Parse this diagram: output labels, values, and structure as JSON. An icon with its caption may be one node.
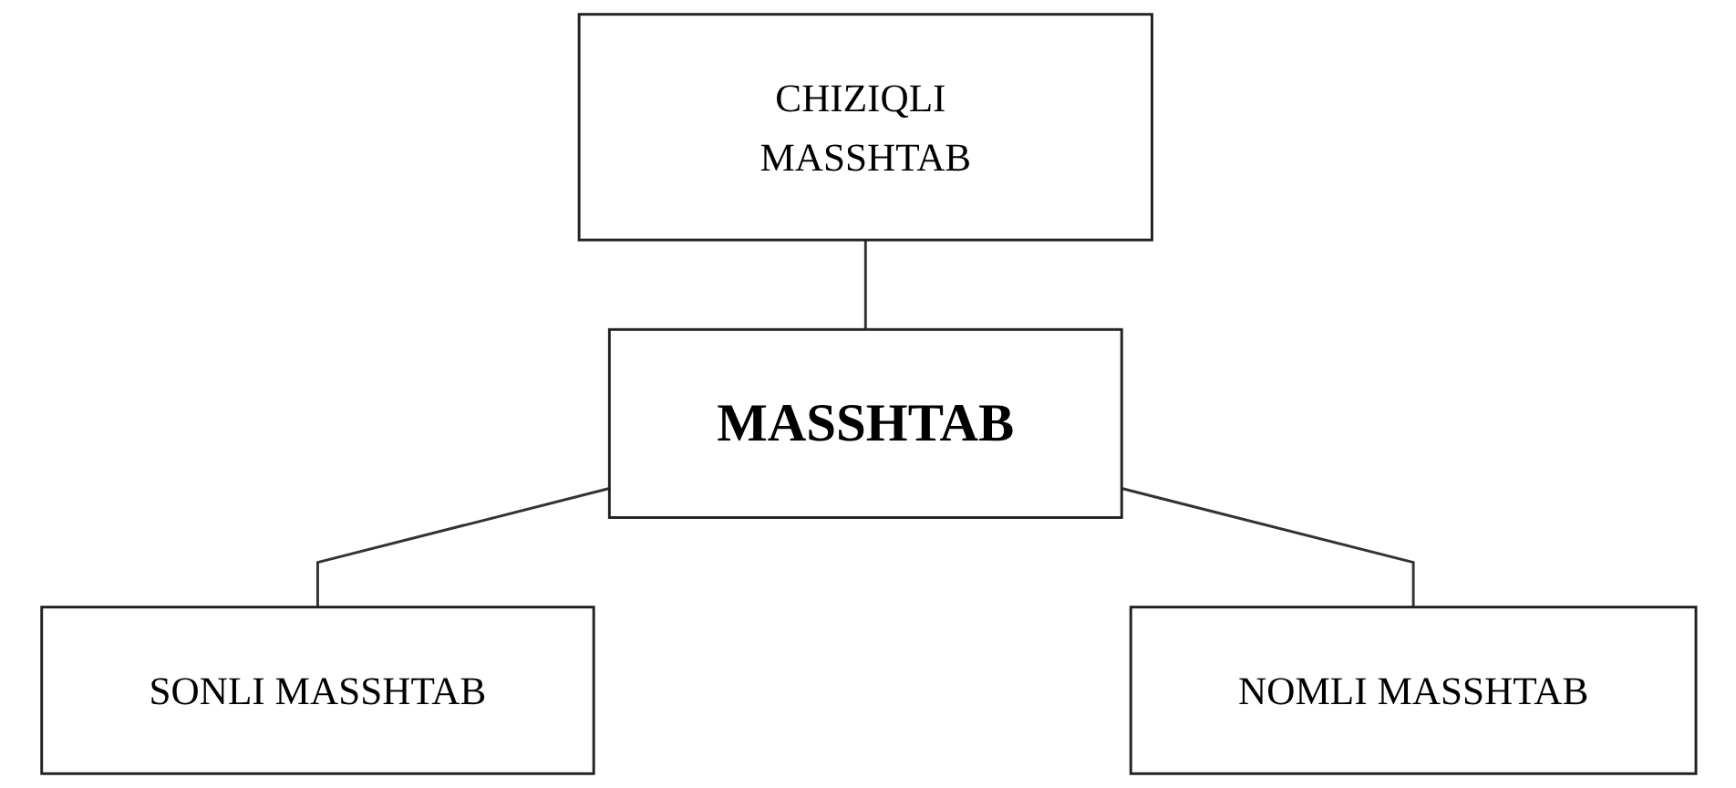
{
  "diagram": {
    "nodes": [
      {
        "text": [
          "CHIZIQLI MASSHTAB"
        ]
      },
      {
        "text": [
          "MASSHTAB"
        ]
      },
      {
        "text": [
          "SONLI MASSHTAB"
        ]
      },
      {
        "text": [
          "NOMLI MASSHTAB"
        ]
      }
    ],
    "edges": [
      {
        "from": 0,
        "to": 1,
        "arrow": "none"
      },
      {
        "from": 1,
        "to": 2,
        "arrow": "none"
      },
      {
        "from": 1,
        "to": 3,
        "arrow": "none"
      }
    ]
  }
}
